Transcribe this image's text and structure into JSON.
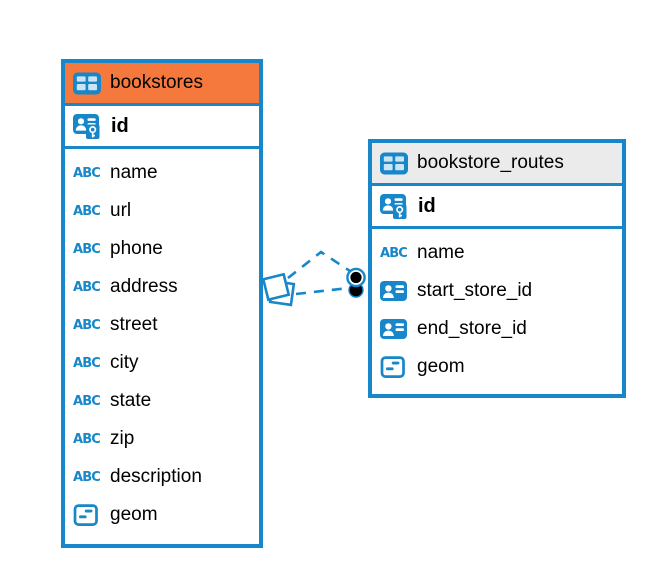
{
  "colors": {
    "accent": "#1787ca",
    "selected_table_header": "#f5793c",
    "table_header": "#ebebeb",
    "text": "#000000",
    "background": "#ffffff",
    "relationship_dot": "#000000"
  },
  "tables": [
    {
      "name": "bookstores",
      "header_color": "#f5793c",
      "primary_key": "id",
      "columns": [
        {
          "label": "name",
          "type": "text",
          "icon": "text-abc-icon"
        },
        {
          "label": "url",
          "type": "text",
          "icon": "text-abc-icon"
        },
        {
          "label": "phone",
          "type": "text",
          "icon": "text-abc-icon"
        },
        {
          "label": "address",
          "type": "text",
          "icon": "text-abc-icon"
        },
        {
          "label": "street",
          "type": "text",
          "icon": "text-abc-icon"
        },
        {
          "label": "city",
          "type": "text",
          "icon": "text-abc-icon"
        },
        {
          "label": "state",
          "type": "text",
          "icon": "text-abc-icon"
        },
        {
          "label": "zip",
          "type": "text",
          "icon": "text-abc-icon"
        },
        {
          "label": "description",
          "type": "text",
          "icon": "text-abc-icon"
        },
        {
          "label": "geom",
          "type": "geometry",
          "icon": "geometry-icon"
        }
      ]
    },
    {
      "name": "bookstore_routes",
      "header_color": "#ebebeb",
      "primary_key": "id",
      "columns": [
        {
          "label": "name",
          "type": "text",
          "icon": "text-abc-icon"
        },
        {
          "label": "start_store_id",
          "type": "fk",
          "icon": "person-card-icon"
        },
        {
          "label": "end_store_id",
          "type": "fk",
          "icon": "person-card-icon"
        },
        {
          "label": "geom",
          "type": "geometry",
          "icon": "geometry-icon"
        }
      ]
    }
  ],
  "relationships": [
    {
      "from": "bookstore_routes.start_store_id",
      "to": "bookstores.id"
    },
    {
      "from": "bookstore_routes.end_store_id",
      "to": "bookstores.id"
    }
  ]
}
